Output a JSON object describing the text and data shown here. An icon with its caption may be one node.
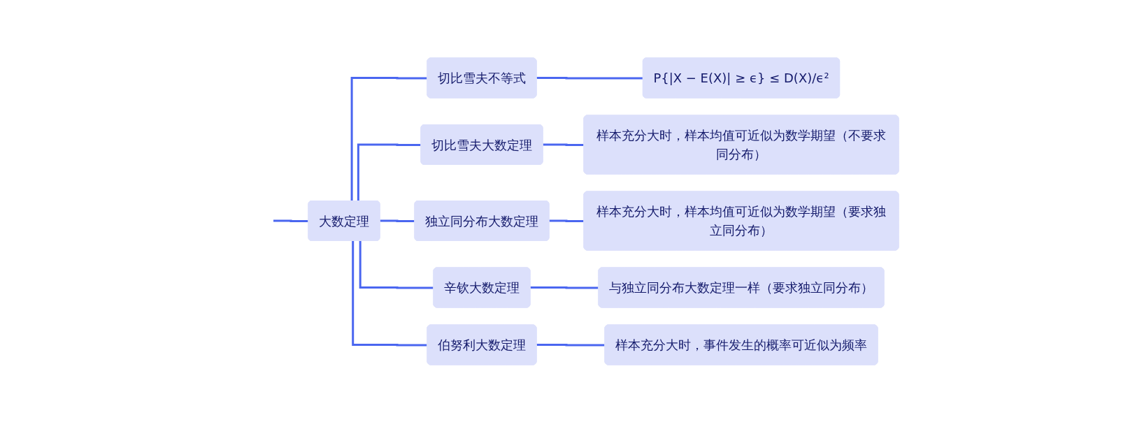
{
  "diagram": {
    "nodes": [
      {
        "text": [
          "大数定理"
        ]
      },
      {
        "text": [
          "切比雪夫不等式"
        ]
      },
      {
        "text": [
          "P{|X − E(X)| ≥ ϵ} ≤ D(X)/ϵ²"
        ]
      },
      {
        "text": [
          "切比雪夫大数定理"
        ]
      },
      {
        "text": [
          "样本充分大时，样本均值可近似为数学期望（不要求同分布）"
        ]
      },
      {
        "text": [
          "独立同分布大数定理"
        ]
      },
      {
        "text": [
          "样本充分大时，样本均值可近似为数学期望（要求独立同分布）"
        ]
      },
      {
        "text": [
          "辛钦大数定理"
        ]
      },
      {
        "text": [
          "与独立同分布大数定理一样（要求独立同分布）"
        ]
      },
      {
        "text": [
          "伯努利大数定理"
        ]
      },
      {
        "text": [
          "样本充分大时，事件发生的概率可近似为频率"
        ]
      }
    ],
    "edges": [
      {
        "from": null,
        "to": 0,
        "arrow": "none"
      },
      {
        "from": 0,
        "to": 1,
        "arrow": "none"
      },
      {
        "from": 1,
        "to": 2,
        "arrow": "none"
      },
      {
        "from": 0,
        "to": 3,
        "arrow": "none"
      },
      {
        "from": 3,
        "to": 4,
        "arrow": "none"
      },
      {
        "from": 0,
        "to": 5,
        "arrow": "none"
      },
      {
        "from": 5,
        "to": 6,
        "arrow": "none"
      },
      {
        "from": 0,
        "to": 7,
        "arrow": "none"
      },
      {
        "from": 7,
        "to": 8,
        "arrow": "none"
      },
      {
        "from": 0,
        "to": 9,
        "arrow": "none"
      },
      {
        "from": 9,
        "to": 10,
        "arrow": "none"
      }
    ]
  }
}
